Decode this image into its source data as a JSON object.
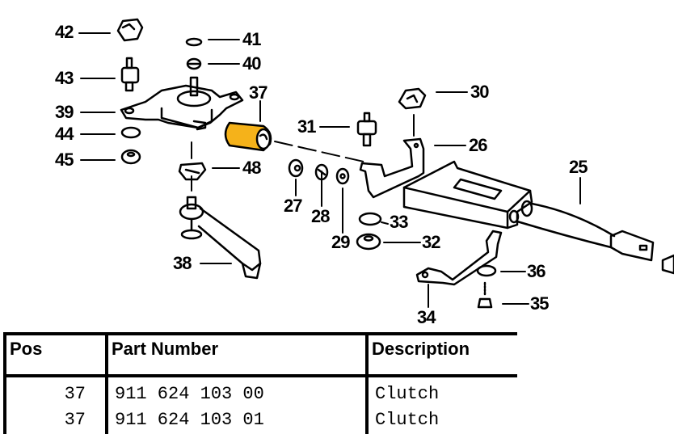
{
  "diagram": {
    "highlight_color": "#f5b21a",
    "highlighted_part": "37",
    "callouts": [
      {
        "id": "42",
        "label": "42"
      },
      {
        "id": "41",
        "label": "41"
      },
      {
        "id": "40",
        "label": "40"
      },
      {
        "id": "43",
        "label": "43"
      },
      {
        "id": "37",
        "label": "37"
      },
      {
        "id": "39",
        "label": "39"
      },
      {
        "id": "44",
        "label": "44"
      },
      {
        "id": "45",
        "label": "45"
      },
      {
        "id": "48",
        "label": "48"
      },
      {
        "id": "31",
        "label": "31"
      },
      {
        "id": "30",
        "label": "30"
      },
      {
        "id": "26",
        "label": "26"
      },
      {
        "id": "25",
        "label": "25"
      },
      {
        "id": "27",
        "label": "27"
      },
      {
        "id": "28",
        "label": "28"
      },
      {
        "id": "29",
        "label": "29"
      },
      {
        "id": "33",
        "label": "33"
      },
      {
        "id": "32",
        "label": "32"
      },
      {
        "id": "38",
        "label": "38"
      },
      {
        "id": "36",
        "label": "36"
      },
      {
        "id": "35",
        "label": "35"
      },
      {
        "id": "34",
        "label": "34"
      }
    ]
  },
  "table": {
    "headers": {
      "pos": "Pos",
      "part_number": "Part Number",
      "description": "Description"
    },
    "rows": [
      {
        "pos": "37",
        "part_number": "911 624 103 00",
        "description": "Clutch"
      },
      {
        "pos": "37",
        "part_number": "911 624 103 01",
        "description": "Clutch"
      }
    ]
  }
}
